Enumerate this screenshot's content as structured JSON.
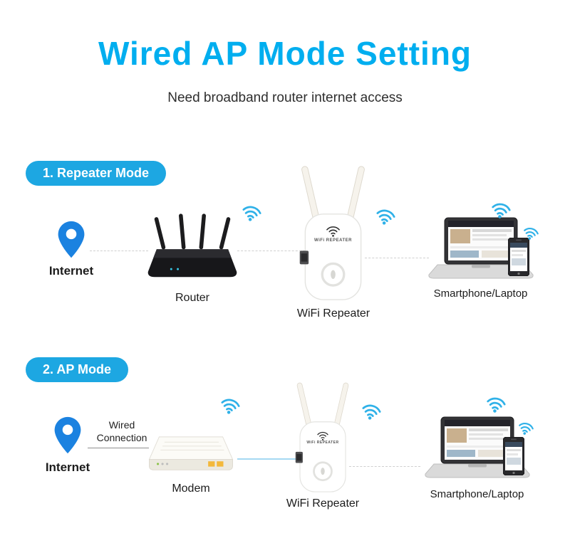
{
  "header": {
    "title": "Wired AP Mode Setting",
    "subtitle": "Need broadband router internet access"
  },
  "colors": {
    "accent": "#00aeef",
    "badge": "#1da7e2",
    "wifi_icon": "#2fb1e8",
    "pin_icon": "#1b82e0"
  },
  "repeater_device": {
    "brand": "WiFi REPEATER"
  },
  "section1": {
    "badge": "1. Repeater Mode",
    "internet": "Internet",
    "router": "Router",
    "repeater": "WiFi Repeater",
    "clients": "Smartphone/Laptop"
  },
  "section2": {
    "badge": "2. AP Mode",
    "internet": "Internet",
    "wired_line1": "Wired",
    "wired_line2": "Connection",
    "modem": "Modem",
    "repeater": "WiFi Repeater",
    "clients": "Smartphone/Laptop"
  }
}
